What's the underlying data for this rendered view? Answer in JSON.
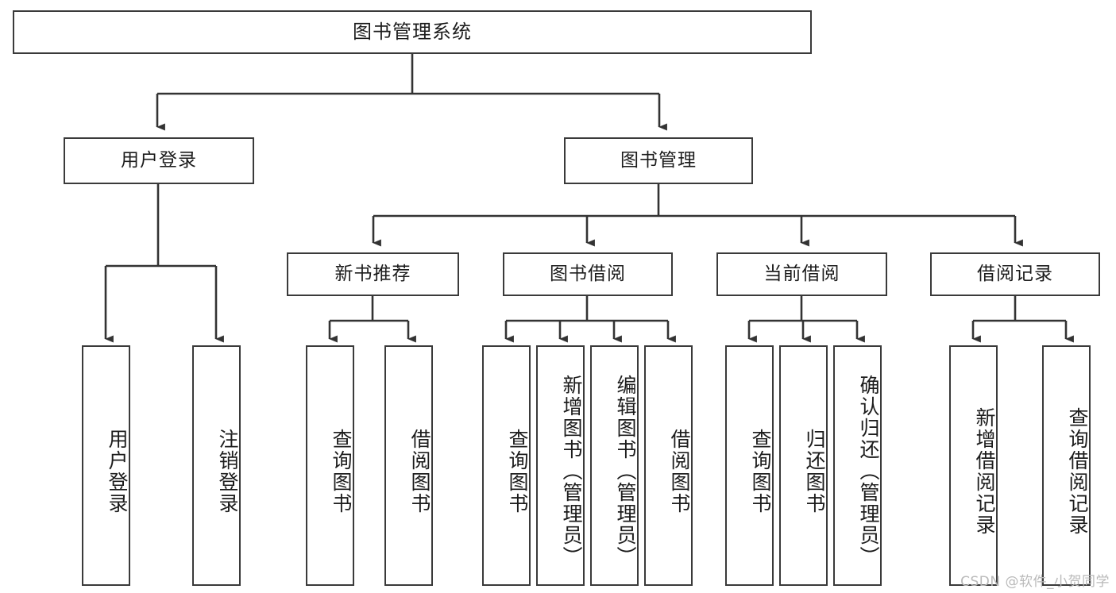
{
  "diagram": {
    "type": "tree",
    "title": "图书管理系统",
    "orientation": "top-down",
    "colors": {
      "box_border": "#3a3a3a",
      "box_fill": "#ffffff",
      "edge": "#333333",
      "text": "#1c1c1c",
      "watermark": "#b9b9b9"
    },
    "root": {
      "label": "图书管理系统"
    },
    "level2": [
      {
        "label": "用户登录"
      },
      {
        "label": "图书管理"
      }
    ],
    "level3": [
      {
        "label": "新书推荐"
      },
      {
        "label": "图书借阅"
      },
      {
        "label": "当前借阅"
      },
      {
        "label": "借阅记录"
      }
    ],
    "leaves": {
      "user_login": [
        {
          "label": "用户登录"
        },
        {
          "label": "注销登录"
        }
      ],
      "new_book": [
        {
          "label": "查询图书"
        },
        {
          "label": "借阅图书"
        }
      ],
      "borrow_book": [
        {
          "label": "查询图书"
        },
        {
          "label": "新增图书（管理员）"
        },
        {
          "label": "编辑图书（管理员）"
        },
        {
          "label": "借阅图书"
        }
      ],
      "current_borrow": [
        {
          "label": "查询图书"
        },
        {
          "label": "归还图书"
        },
        {
          "label": "确认归还（管理员）"
        }
      ],
      "borrow_record": [
        {
          "label": "新增借阅记录"
        },
        {
          "label": "查询借阅记录"
        }
      ]
    }
  },
  "watermark": {
    "text": "CSDN @软件_小贺同学"
  }
}
